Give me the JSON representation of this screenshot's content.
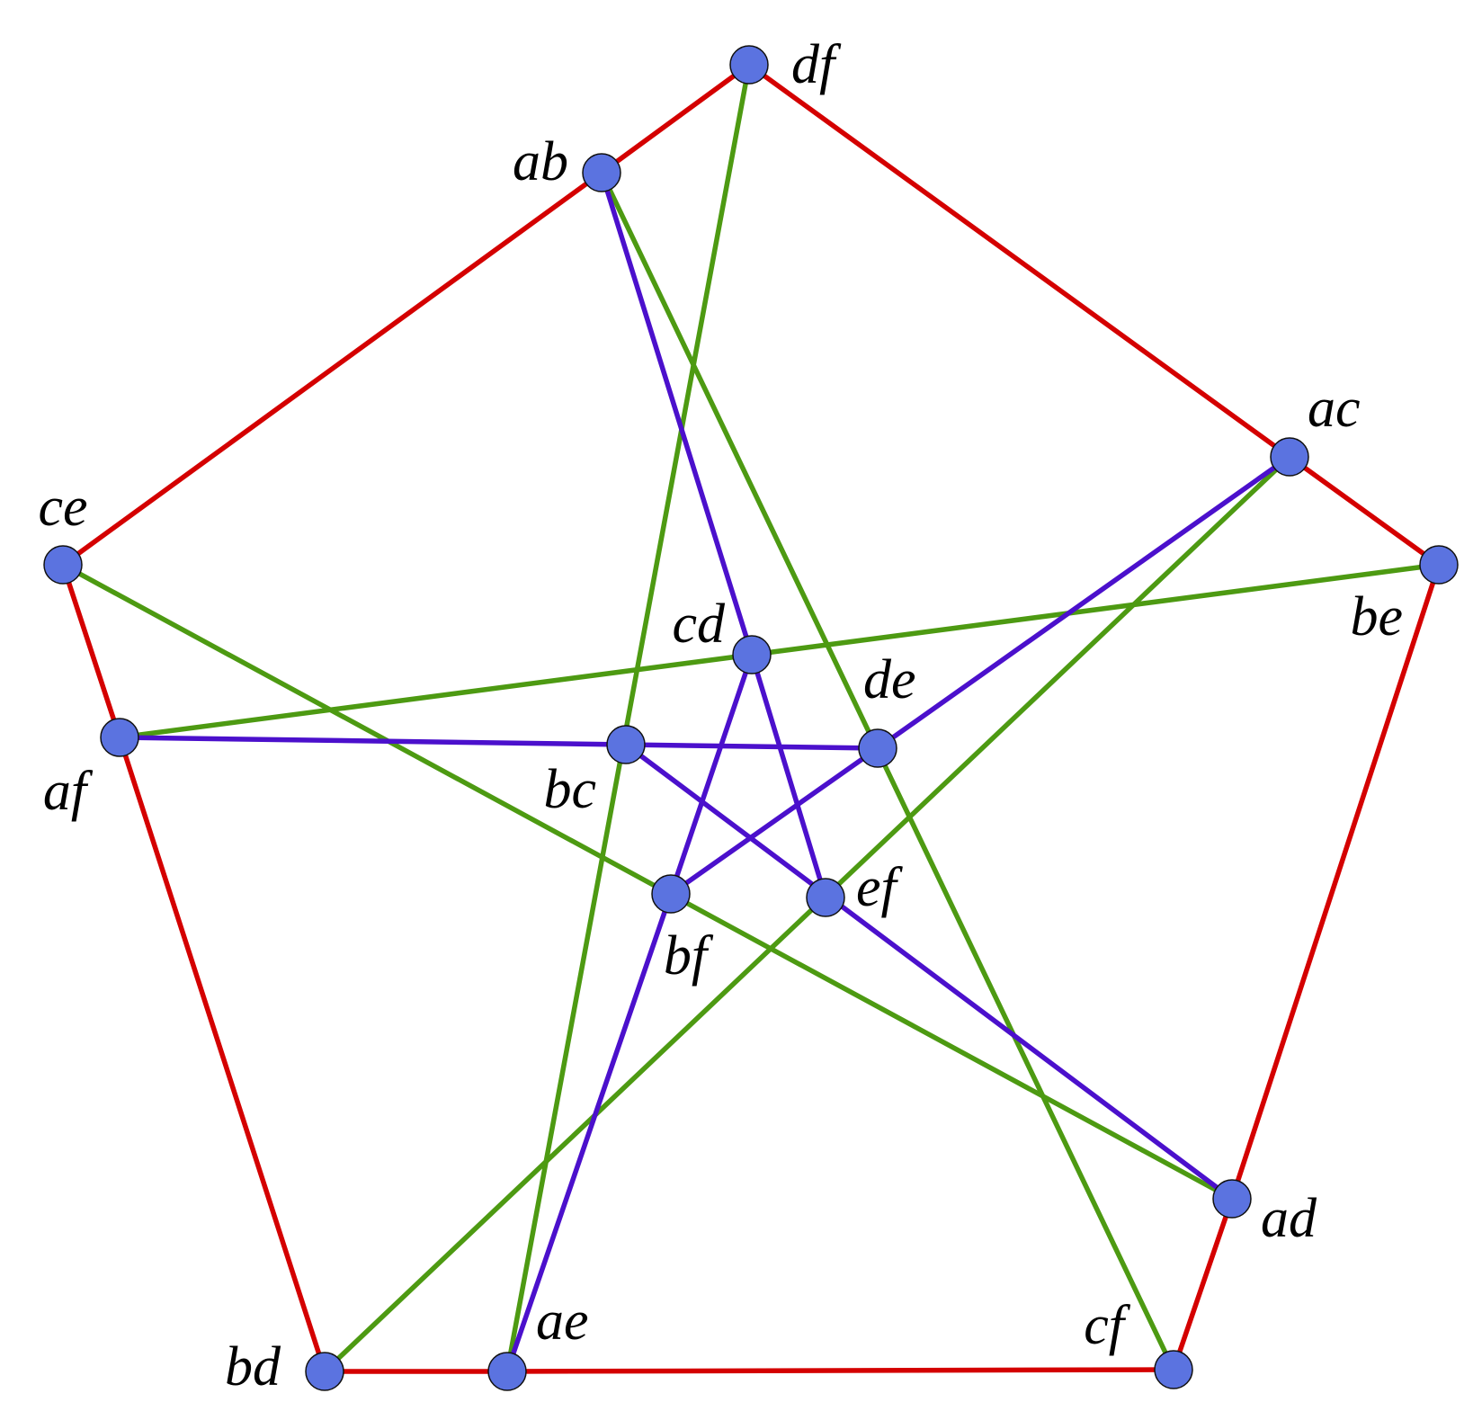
{
  "colors": {
    "red_edge": "#d40000",
    "green_edge": "#4d9a12",
    "purple_edge": "#4b10cc",
    "node_fill": "#5b73e0"
  },
  "nodes": [
    {
      "id": "df",
      "label": "df"
    },
    {
      "id": "ab",
      "label": "ab"
    },
    {
      "id": "ac",
      "label": "ac"
    },
    {
      "id": "be",
      "label": "be"
    },
    {
      "id": "ce",
      "label": "ce"
    },
    {
      "id": "cd",
      "label": "cd"
    },
    {
      "id": "de",
      "label": "de"
    },
    {
      "id": "af",
      "label": "af"
    },
    {
      "id": "bc",
      "label": "bc"
    },
    {
      "id": "ef",
      "label": "ef"
    },
    {
      "id": "bf",
      "label": "bf"
    },
    {
      "id": "ad",
      "label": "ad"
    },
    {
      "id": "bd",
      "label": "bd"
    },
    {
      "id": "ae",
      "label": "ae"
    },
    {
      "id": "cf",
      "label": "cf"
    }
  ],
  "edges": [
    {
      "from": "df",
      "to": "ab",
      "color": "red"
    },
    {
      "from": "ab",
      "to": "ce",
      "color": "red"
    },
    {
      "from": "ce",
      "to": "af",
      "color": "red"
    },
    {
      "from": "af",
      "to": "bd",
      "color": "red"
    },
    {
      "from": "bd",
      "to": "ae",
      "color": "red"
    },
    {
      "from": "ae",
      "to": "cf",
      "color": "red"
    },
    {
      "from": "cf",
      "to": "ad",
      "color": "red"
    },
    {
      "from": "ad",
      "to": "be",
      "color": "red"
    },
    {
      "from": "be",
      "to": "ac",
      "color": "red"
    },
    {
      "from": "ac",
      "to": "df",
      "color": "red"
    },
    {
      "from": "df",
      "to": "ae",
      "color": "green"
    },
    {
      "from": "ab",
      "to": "cf",
      "color": "green"
    },
    {
      "from": "ce",
      "to": "ad",
      "color": "green"
    },
    {
      "from": "af",
      "to": "be",
      "color": "green"
    },
    {
      "from": "ac",
      "to": "bd",
      "color": "green"
    },
    {
      "from": "ab",
      "to": "cd",
      "color": "purple"
    },
    {
      "from": "cd",
      "to": "bf",
      "color": "purple"
    },
    {
      "from": "cd",
      "to": "ef",
      "color": "purple"
    },
    {
      "from": "af",
      "to": "de",
      "color": "purple"
    },
    {
      "from": "de",
      "to": "ac",
      "color": "purple"
    },
    {
      "from": "de",
      "to": "bf",
      "color": "purple"
    },
    {
      "from": "bc",
      "to": "ad",
      "color": "purple"
    },
    {
      "from": "bf",
      "to": "ae",
      "color": "purple"
    }
  ]
}
